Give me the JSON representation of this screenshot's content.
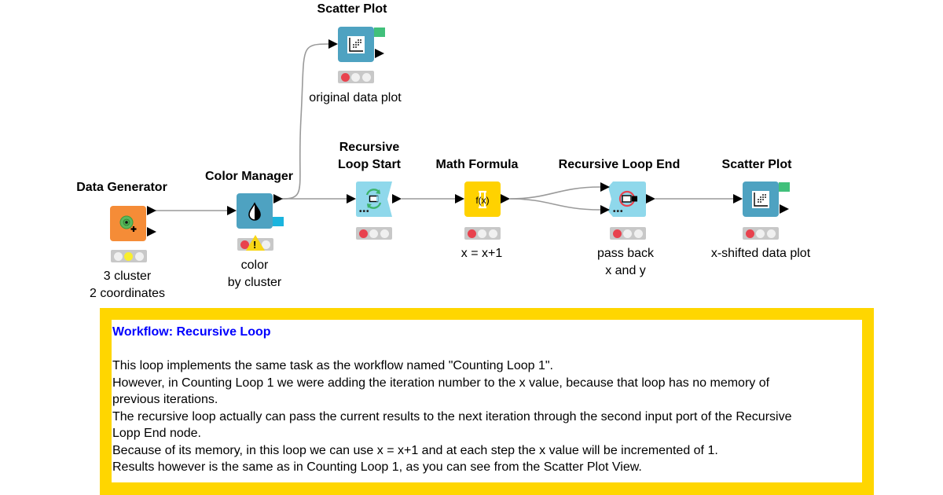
{
  "workflow": {
    "edge_color": "#9a9a9a",
    "nodes": [
      {
        "id": "data-generator",
        "title": "Data Generator",
        "annotation": [
          "3 cluster",
          "2 coordinates"
        ],
        "color": "#f58c37",
        "icon": "data-generator-icon",
        "status": [
          "inactive",
          "yellow",
          "inactive"
        ]
      },
      {
        "id": "color-manager",
        "title": "Color Manager",
        "annotation": [
          "color",
          "by cluster"
        ],
        "color": "#4ea2c1",
        "icon": "color-drop-icon",
        "status": [
          "red",
          "warning",
          "inactive"
        ],
        "warning": "!"
      },
      {
        "id": "scatter-plot-original",
        "title": "Scatter Plot",
        "annotation": [
          "original data plot"
        ],
        "color": "#4ea2c1",
        "icon": "scatter-plot-icon",
        "status": [
          "red",
          "inactive",
          "inactive"
        ]
      },
      {
        "id": "recursive-loop-start",
        "title": [
          "Recursive",
          "Loop Start"
        ],
        "annotation": [],
        "color": "#8fd8eb",
        "icon": "loop-start-icon",
        "status": [
          "red",
          "inactive",
          "inactive"
        ],
        "dots": "•••"
      },
      {
        "id": "math-formula",
        "title": "Math Formula",
        "annotation": [
          "x = x+1"
        ],
        "color": "#ffd200",
        "icon": "formula-icon",
        "icon_text": "f(x)",
        "status": [
          "red",
          "inactive",
          "inactive"
        ]
      },
      {
        "id": "recursive-loop-end",
        "title": "Recursive Loop End",
        "annotation": [
          "pass back",
          "x and y"
        ],
        "color": "#8fd8eb",
        "icon": "loop-end-icon",
        "status": [
          "red",
          "inactive",
          "inactive"
        ],
        "dots": "•••"
      },
      {
        "id": "scatter-plot-shifted",
        "title": "Scatter Plot",
        "annotation": [
          "x-shifted data plot"
        ],
        "color": "#4ea2c1",
        "icon": "scatter-plot-icon",
        "status": [
          "red",
          "inactive",
          "inactive"
        ]
      }
    ],
    "connections": [
      {
        "from": "data-generator",
        "to": "color-manager"
      },
      {
        "from": "color-manager",
        "to": "scatter-plot-original"
      },
      {
        "from": "color-manager",
        "to": "recursive-loop-start"
      },
      {
        "from": "recursive-loop-start",
        "to": "math-formula"
      },
      {
        "from": "math-formula",
        "to": "recursive-loop-end",
        "port": 1
      },
      {
        "from": "math-formula",
        "to": "recursive-loop-end",
        "port": 2
      },
      {
        "from": "recursive-loop-end",
        "to": "scatter-plot-shifted"
      }
    ]
  },
  "annotation": {
    "border_color": "#ffd600",
    "title_color": "#0000ff",
    "title": "Workflow: Recursive Loop",
    "lines": [
      "This loop implements the same task as the workflow named \"Counting Loop 1\".",
      "However, in Counting Loop 1 we were adding the iteration number to the x value, because that loop has no memory of",
      "previous iterations.",
      "The recursive loop actually can pass the current results to the next iteration through the second input port of the Recursive",
      "Lopp End node.",
      "Because of its memory, in this loop we can use x = x+1 and at each step the x value will be incremented of 1.",
      "Results however is the same as in Counting Loop 1, as you can see from the Scatter Plot View."
    ]
  }
}
